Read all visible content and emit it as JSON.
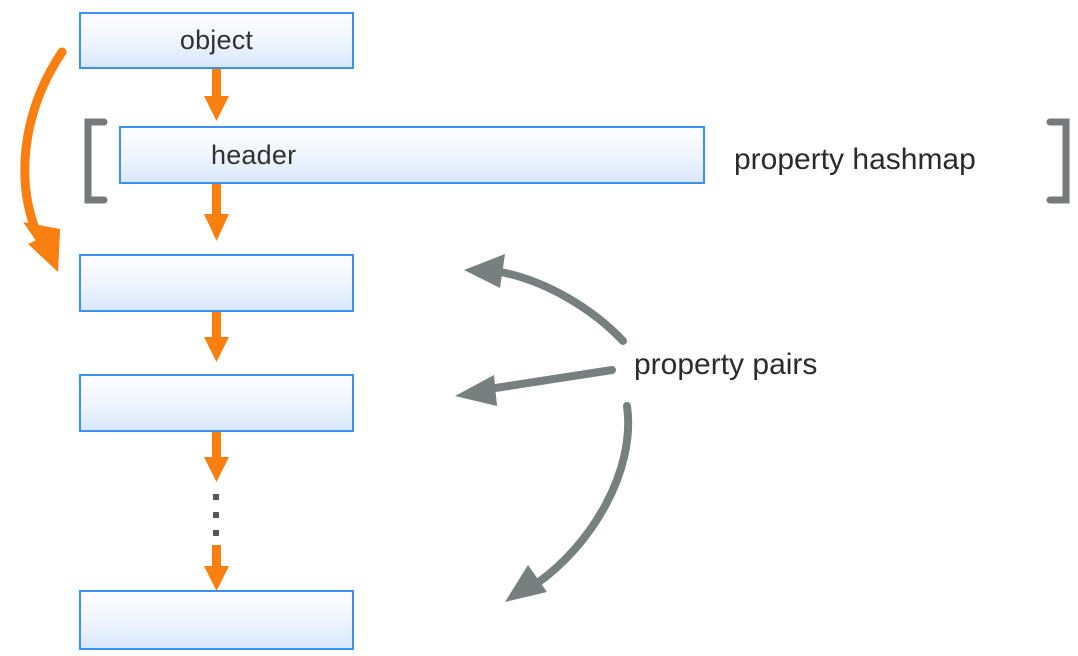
{
  "diagram": {
    "title": "object property hashmap and property pairs layout",
    "colors": {
      "box_border": "#3d8ff2",
      "box_fill_top": "#fcfdff",
      "box_fill_bottom": "#d9e7fb",
      "arrow_orange": "#f98010",
      "arrow_gray": "#78807f",
      "bracket_gray": "#77797b",
      "text_dark": "#2b2b2b"
    },
    "nodes": [
      {
        "id": "object",
        "label": "object"
      },
      {
        "id": "header",
        "label": "header"
      },
      {
        "id": "pair_1",
        "label": ""
      },
      {
        "id": "pair_2",
        "label": ""
      },
      {
        "id": "pair_last",
        "label": ""
      }
    ],
    "annotations": [
      {
        "id": "property_hashmap",
        "label": "property hashmap"
      },
      {
        "id": "property_pairs",
        "label": "property pairs"
      }
    ],
    "hashmap_slot_ticks": 4,
    "ellipsis_dots": 3,
    "brackets": {
      "open": "[",
      "close": "]"
    }
  }
}
